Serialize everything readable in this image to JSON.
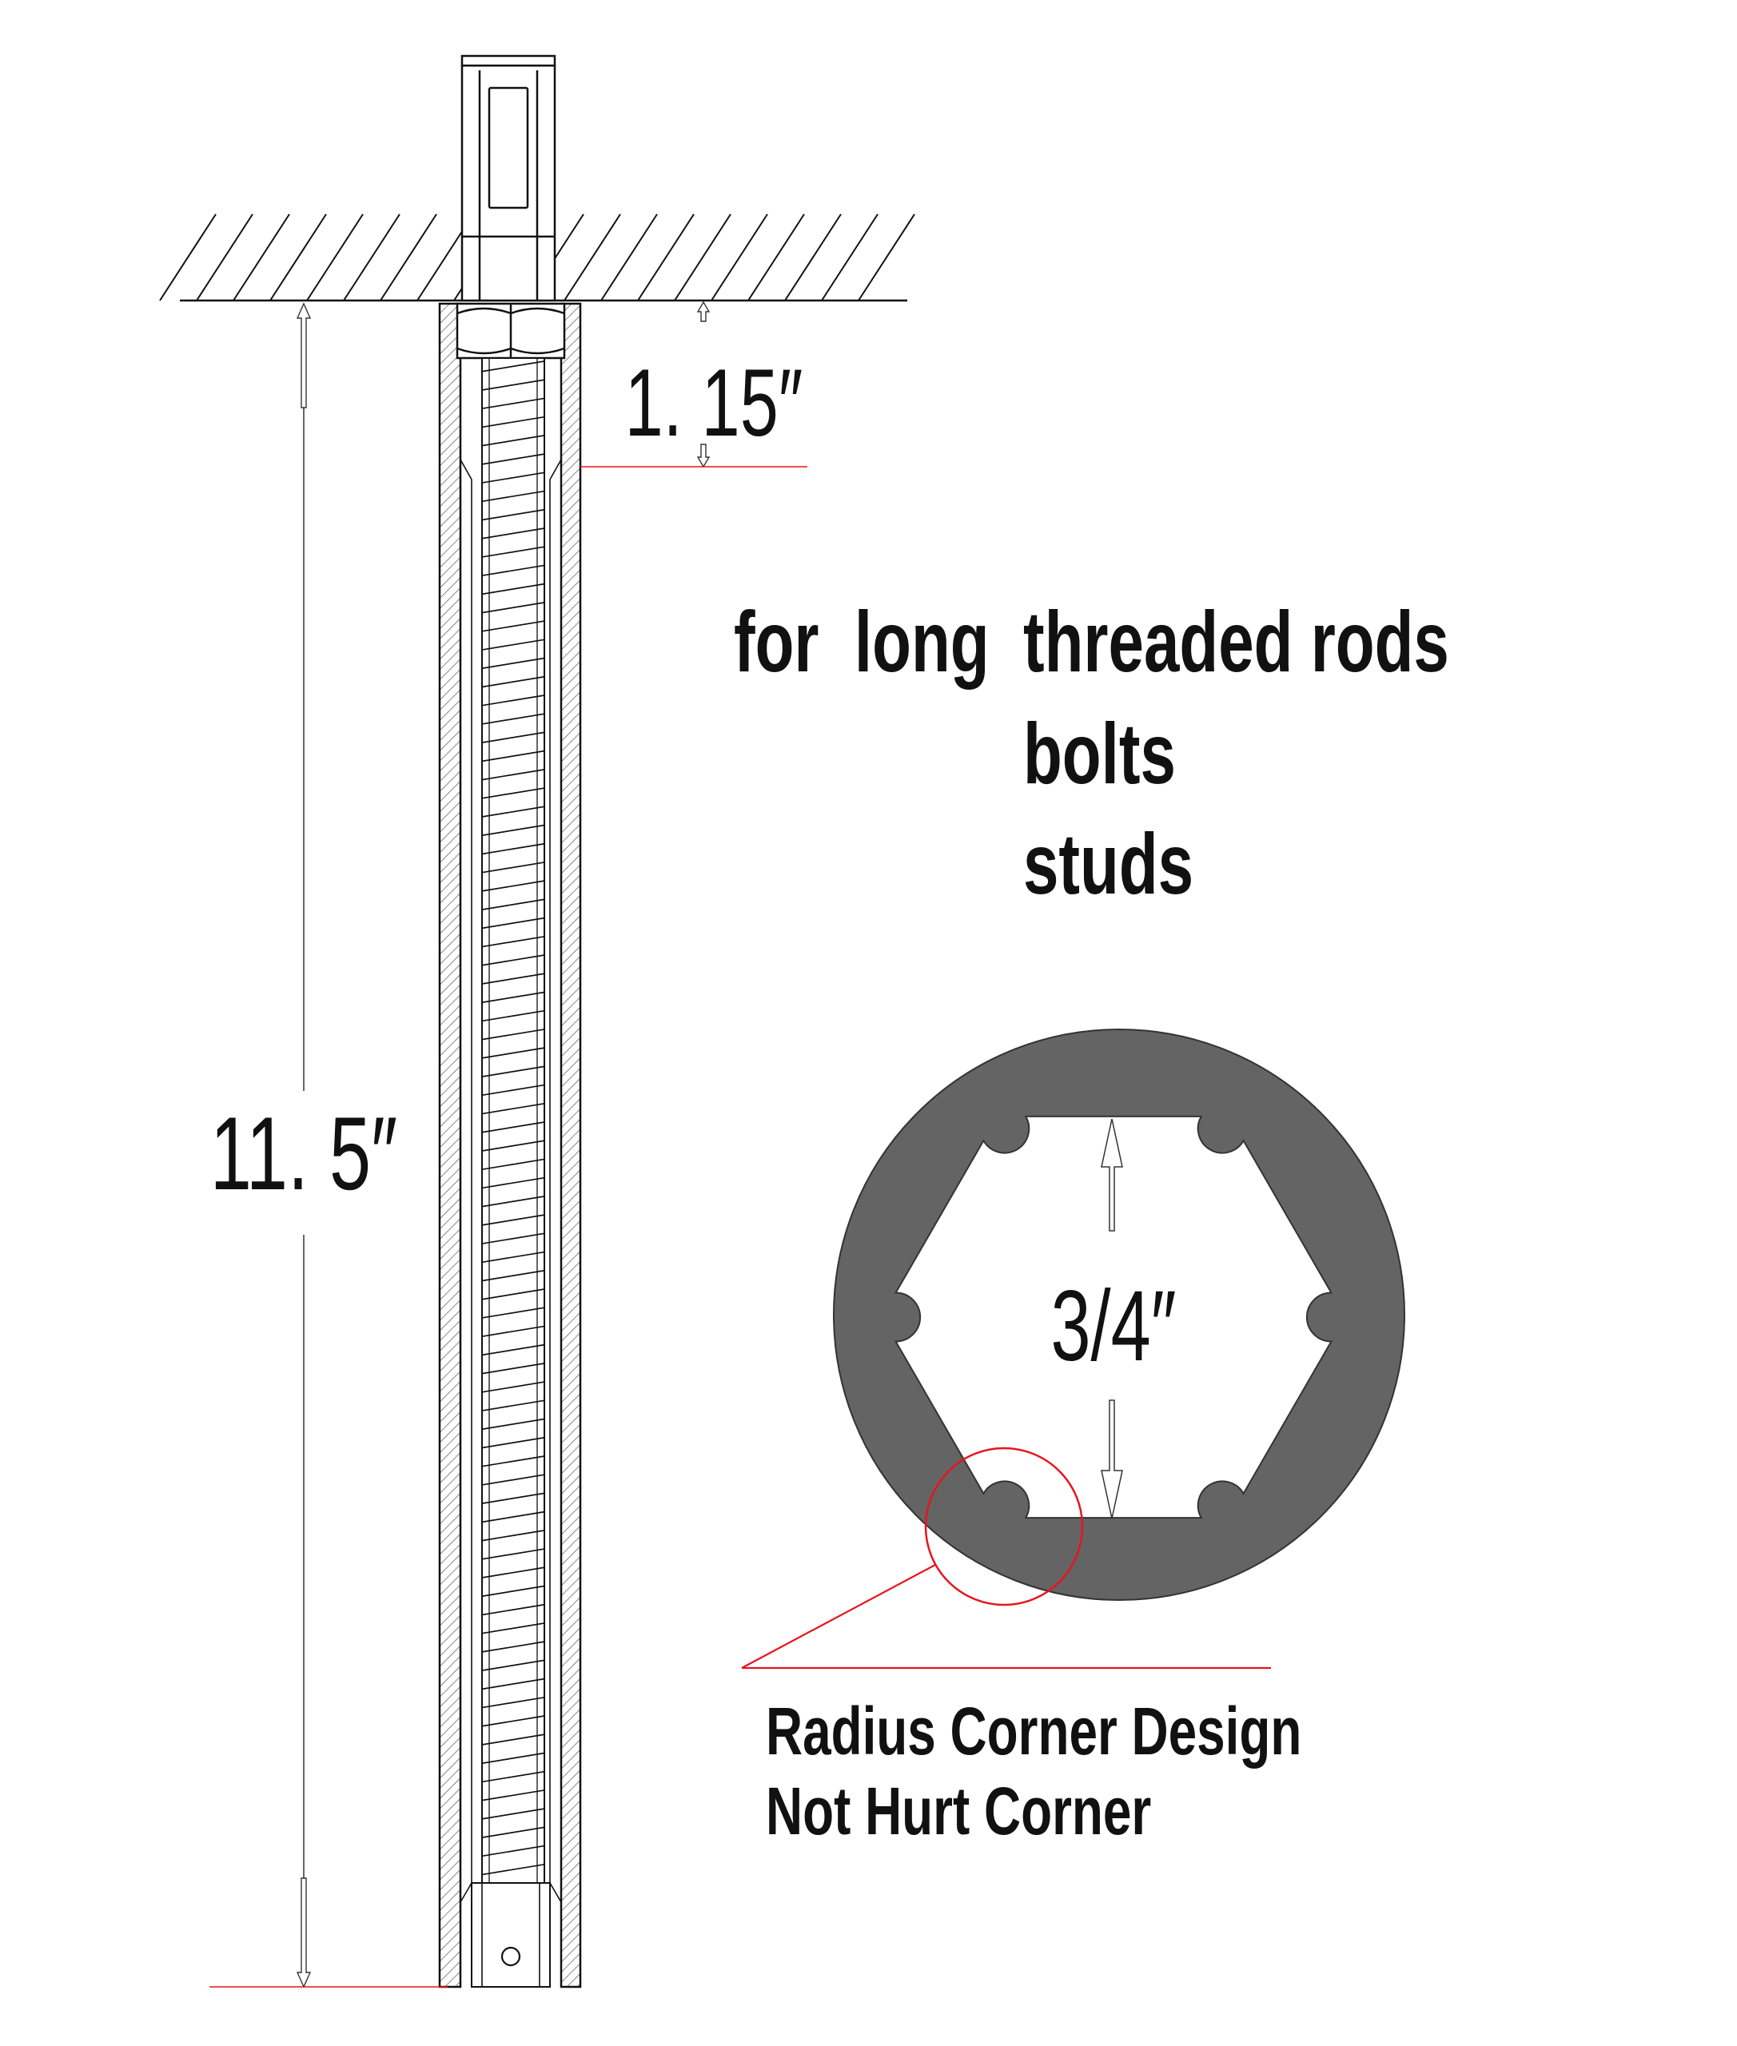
{
  "dimensions": {
    "top_offset": "1. 15″",
    "length": "11. 5″",
    "hex_size": "3/4″"
  },
  "caption": {
    "prefix": "for  long",
    "items": [
      "threaded rods",
      "bolts",
      "studs"
    ]
  },
  "callout": {
    "line1": "Radius Corner Design",
    "line2": "Not Hurt Corner"
  },
  "colors": {
    "ink": "#111111",
    "socket_fill": "#646464",
    "callout_red": "#e8141c",
    "hatch": "#333333"
  },
  "thread_count": 82
}
